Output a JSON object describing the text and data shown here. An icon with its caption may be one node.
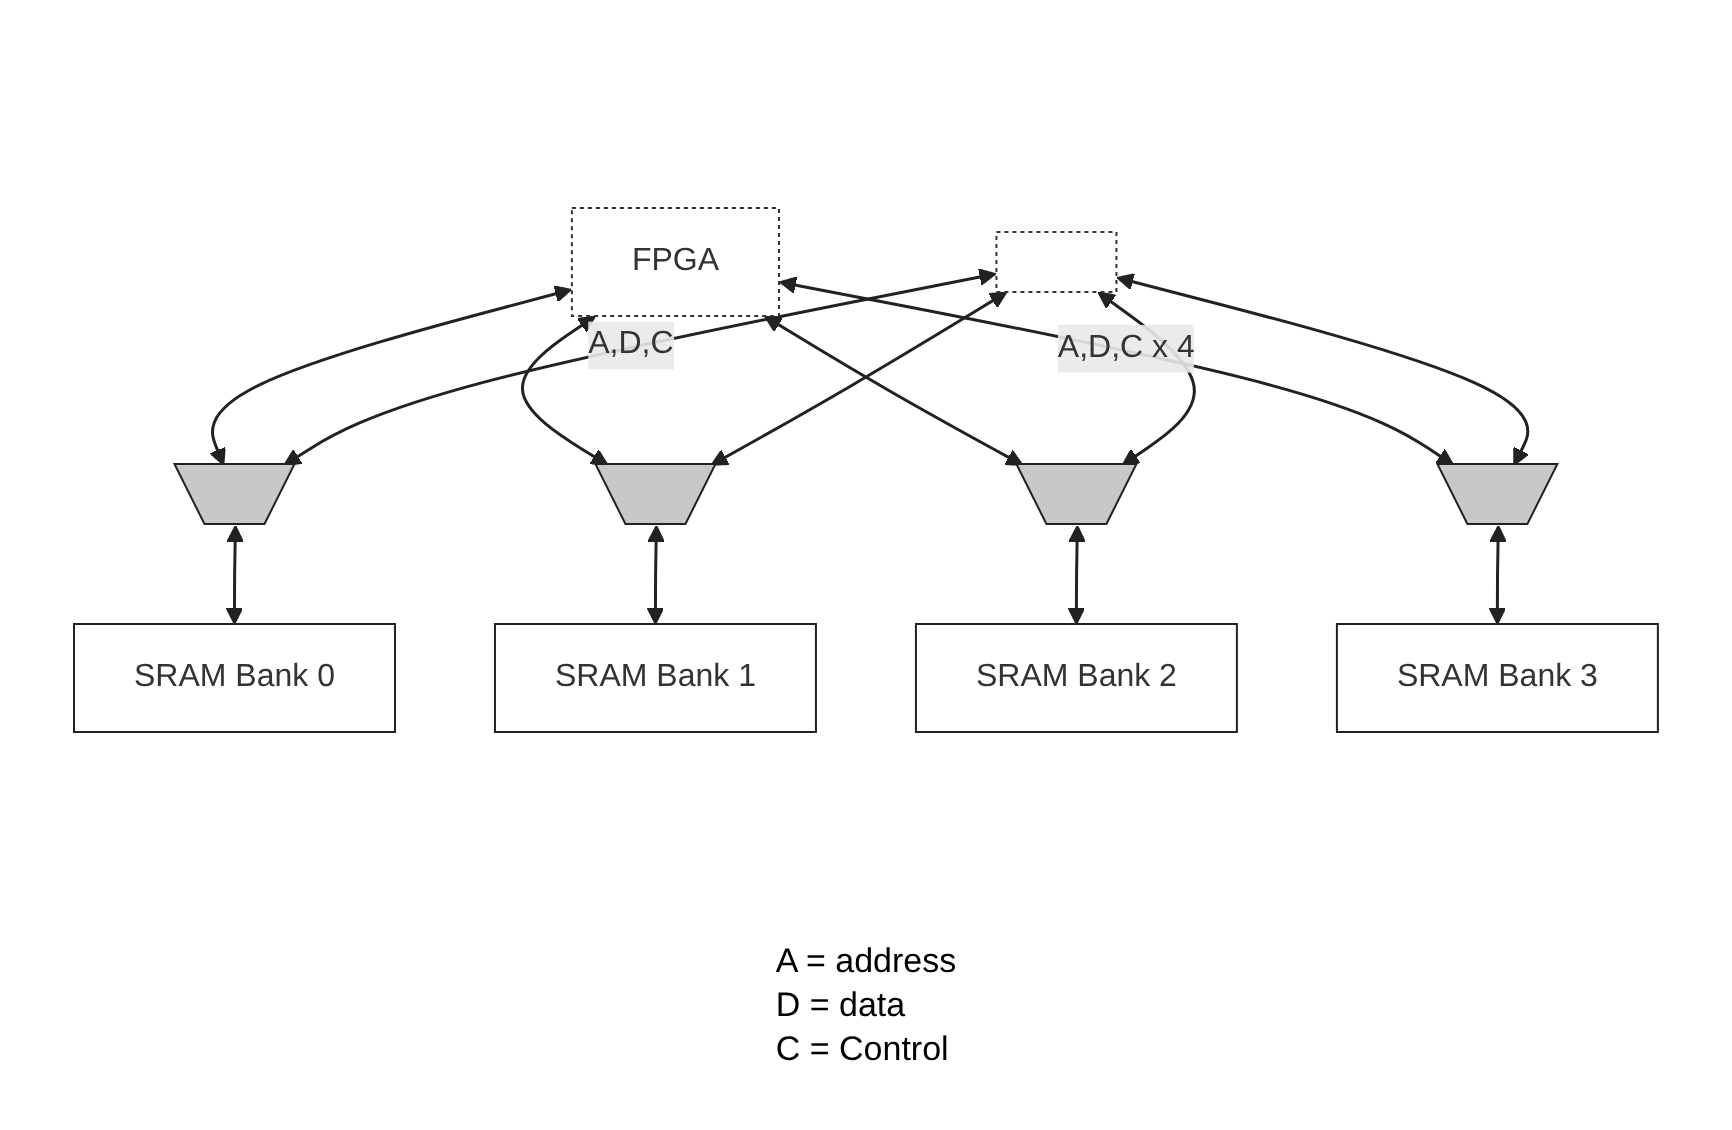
{
  "diagram": {
    "nodes": [
      {
        "text": [
          "FPGA"
        ]
      },
      {
        "text": [],
        "shape": "box"
      },
      {
        "text": [],
        "shape": "trapezoid"
      },
      {
        "text": [],
        "shape": "trapezoid"
      },
      {
        "text": [],
        "shape": "trapezoid"
      },
      {
        "text": [],
        "shape": "trapezoid"
      },
      {
        "text": [
          "SRAM Bank 0"
        ]
      },
      {
        "text": [
          "SRAM Bank 1"
        ]
      },
      {
        "text": [
          "SRAM Bank 2"
        ]
      },
      {
        "text": [
          "SRAM Bank 3"
        ]
      }
    ],
    "edges": [
      {
        "from": 0,
        "to": 2,
        "arrow": "both"
      },
      {
        "from": 0,
        "to": 3,
        "arrow": "both"
      },
      {
        "from": 0,
        "to": 4,
        "arrow": "both"
      },
      {
        "from": 0,
        "to": 5,
        "arrow": "both",
        "label": "A,D,C x 4"
      },
      {
        "from": 1,
        "to": 2,
        "arrow": "both",
        "label": "A,D,C"
      },
      {
        "from": 1,
        "to": 3,
        "arrow": "both"
      },
      {
        "from": 1,
        "to": 4,
        "arrow": "both"
      },
      {
        "from": 1,
        "to": 5,
        "arrow": "both"
      },
      {
        "from": 2,
        "to": 6,
        "arrow": "both"
      },
      {
        "from": 3,
        "to": 7,
        "arrow": "both"
      },
      {
        "from": 4,
        "to": 8,
        "arrow": "both"
      },
      {
        "from": 5,
        "to": 9,
        "arrow": "both"
      }
    ],
    "labels": [
      "A = address",
      "D = data",
      "C = Control"
    ]
  }
}
